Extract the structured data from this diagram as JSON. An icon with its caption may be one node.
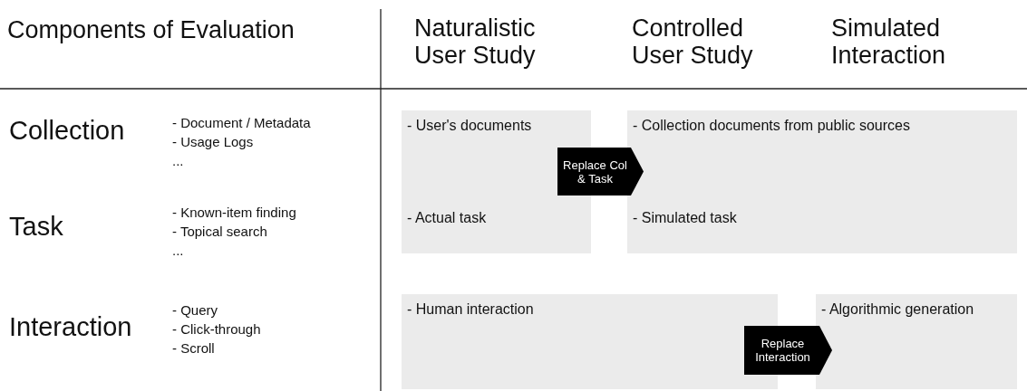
{
  "diagram": {
    "nodes": [
      {
        "text": [
          "- User's documents",
          "- Actual task"
        ]
      },
      {
        "text": [
          "- Collection documents from public sources",
          "- Simulated task"
        ]
      },
      {
        "text": [
          "- Human interaction"
        ]
      },
      {
        "text": [
          "- Algorithmic generation"
        ]
      }
    ],
    "edges": [
      {
        "from": 0,
        "to": 1,
        "arrow": "to",
        "label": "Replace Col & Task"
      },
      {
        "from": 2,
        "to": 3,
        "arrow": "to",
        "label": "Replace Interaction"
      }
    ],
    "labels": [
      "Components of Evaluation",
      "Naturalistic User Study",
      "Controlled User Study",
      "Simulated Interaction",
      "Collection",
      "- Document / Metadata",
      "- Usage Logs",
      "...",
      "Task",
      "- Known-item finding",
      "- Topical search",
      "...",
      "Interaction",
      "- Query",
      "- Click-through",
      "- Scroll"
    ]
  }
}
